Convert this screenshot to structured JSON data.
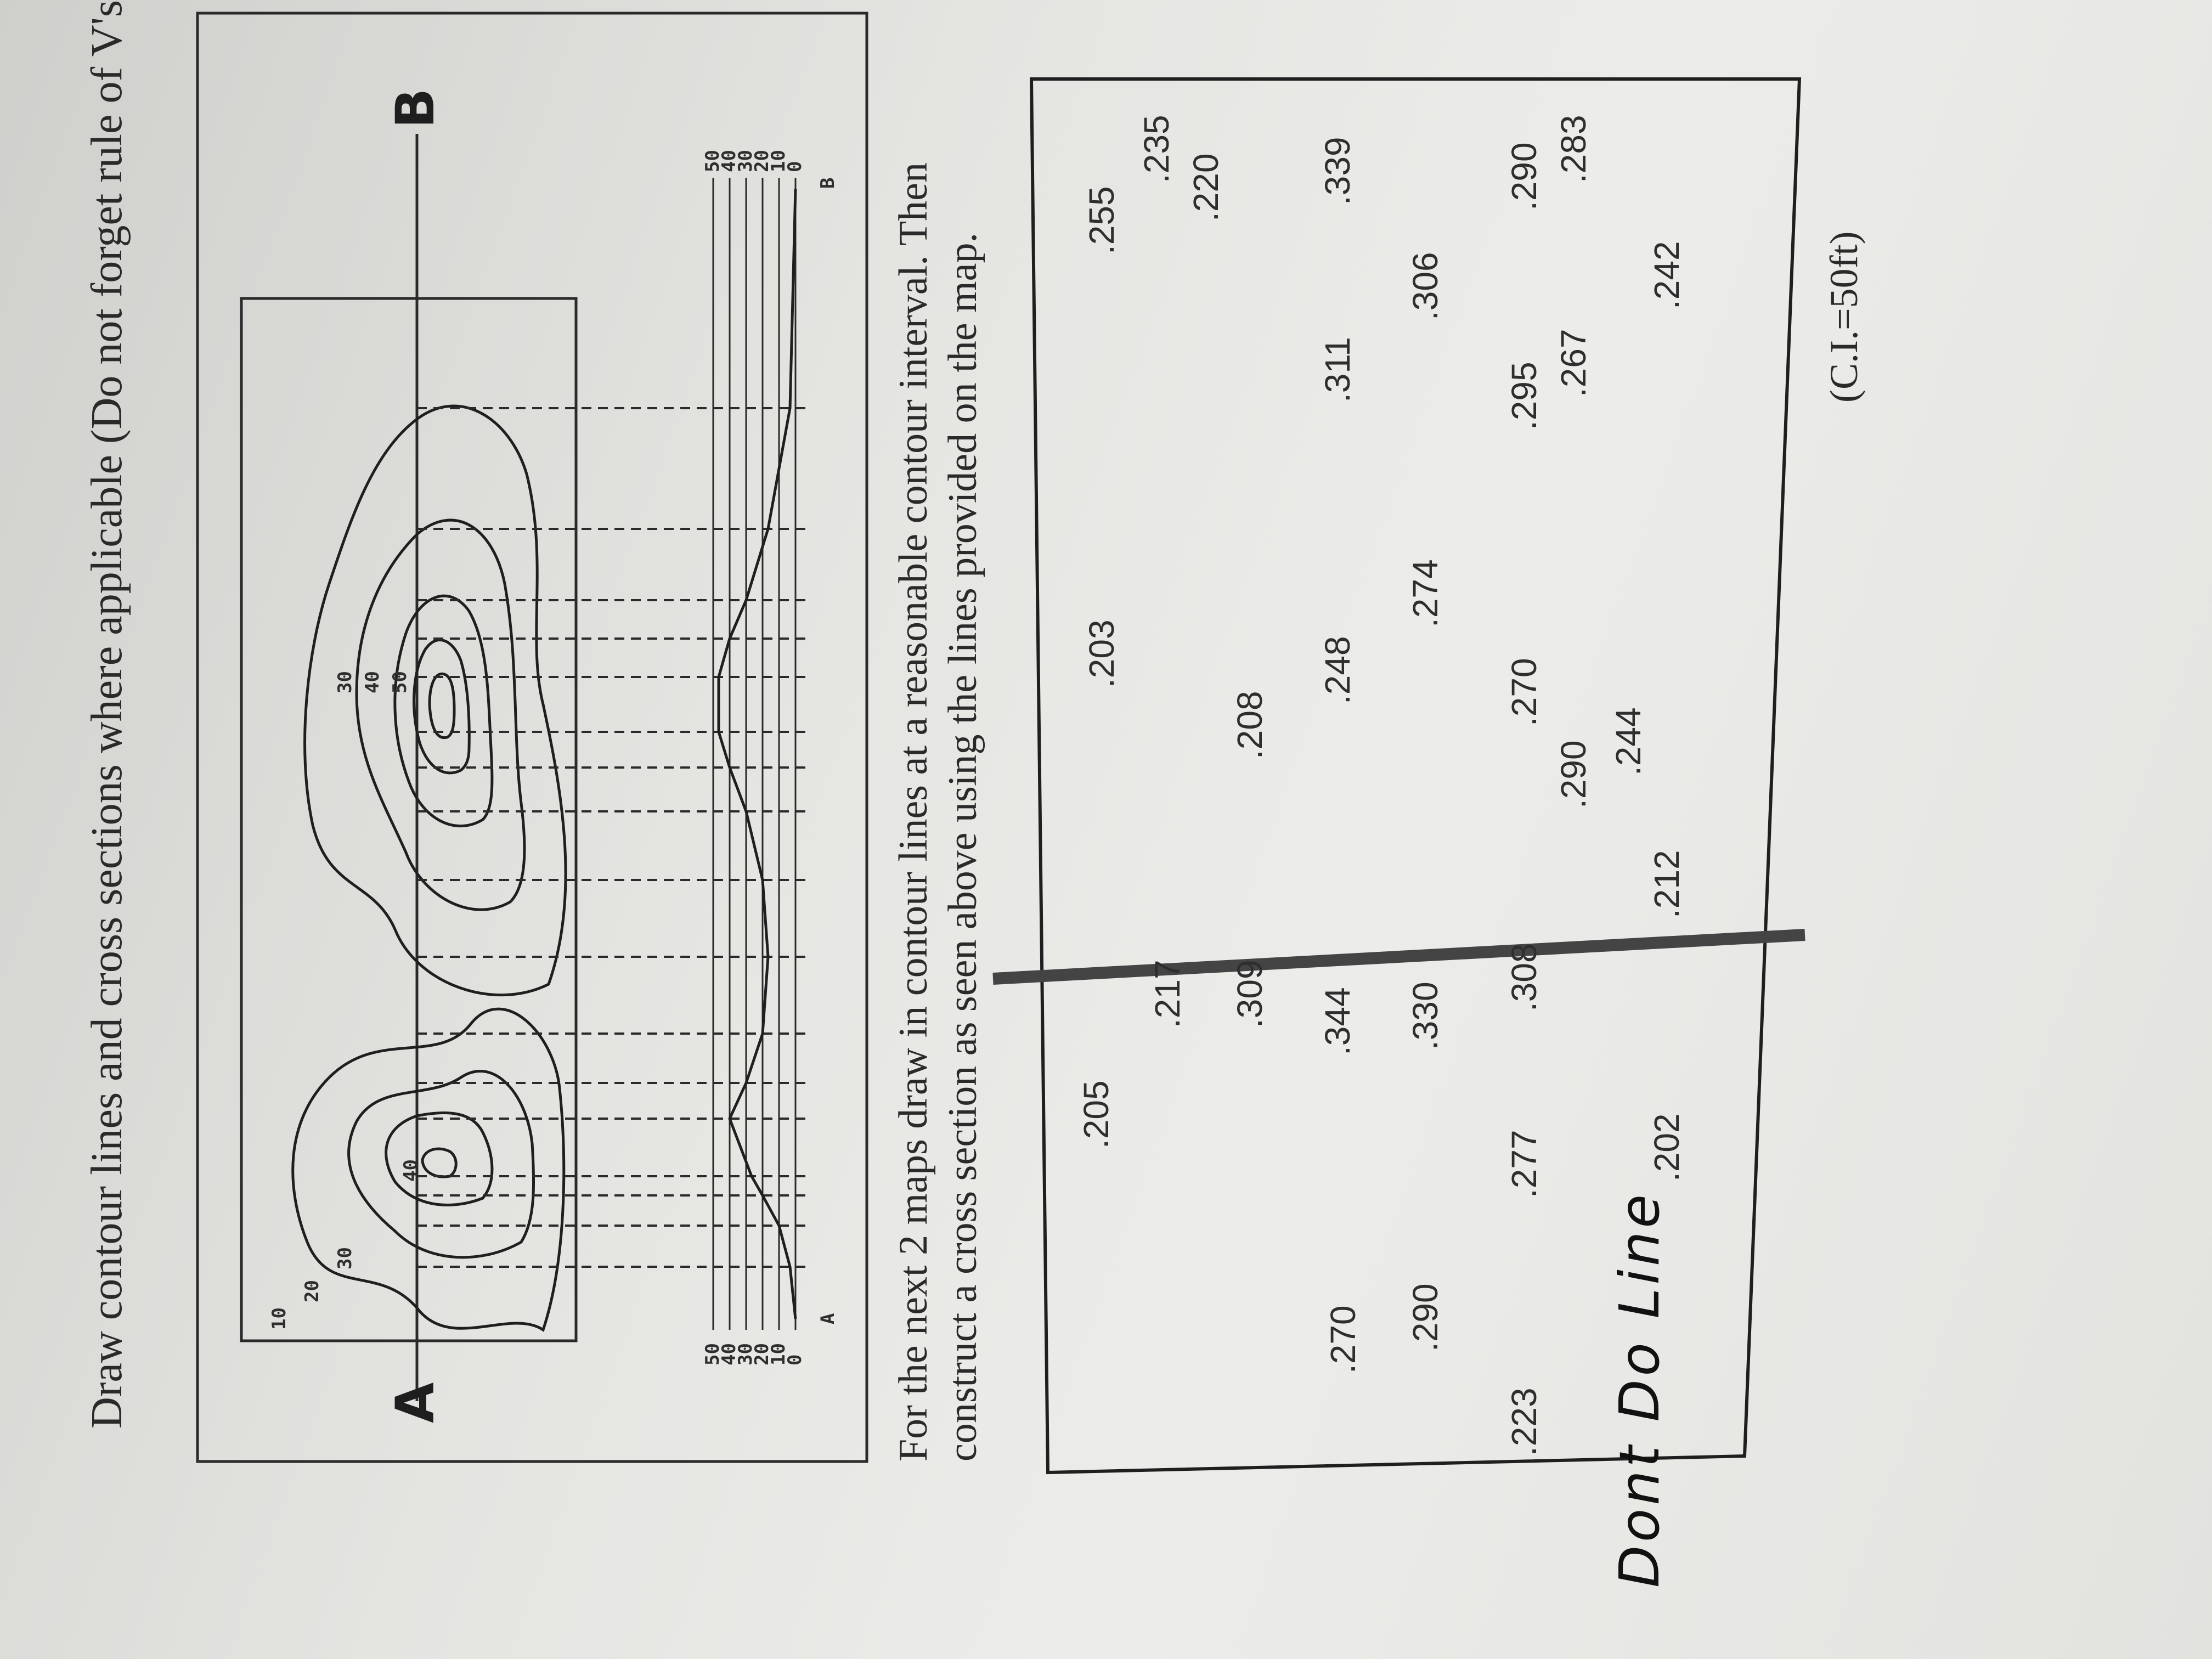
{
  "title": "Draw contour lines and cross sections where applicable (Do not forget rule of V's)",
  "instructions": {
    "line1": "For the next 2 maps draw in contour lines at a reasonable contour interval. Then",
    "line2": "construct a cross section as seen above using the lines provided on the map."
  },
  "map1": {
    "label_a": "A",
    "label_b": "B",
    "contour_labels_left": [
      "10",
      "20",
      "30",
      "40"
    ],
    "contour_labels_right": [
      "30",
      "40",
      "50"
    ],
    "profile_scale": [
      "50",
      "40",
      "30",
      "20",
      "10",
      "0"
    ],
    "profile_end_a": "A",
    "profile_end_b": "B"
  },
  "map2": {
    "contour_interval": "(C.I.=50ft)",
    "spot_elevations": [
      ".205",
      ".217",
      ".309",
      ".208",
      ".203",
      ".255",
      ".235",
      ".220",
      ".270",
      ".344",
      ".248",
      ".311",
      ".339",
      ".290",
      ".330",
      ".274",
      ".306",
      ".223",
      ".277",
      ".308",
      ".270",
      ".295",
      ".290",
      ".290",
      ".267",
      ".283",
      ".202",
      ".212",
      ".244",
      ".242"
    ]
  },
  "handwritten_note": "Dont Do Line"
}
